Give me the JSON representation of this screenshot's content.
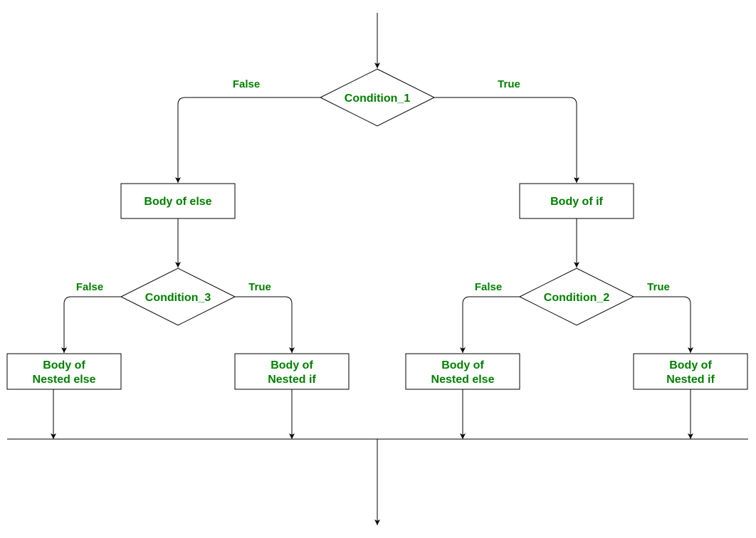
{
  "colors": {
    "text": "#008000",
    "stroke": "#000000",
    "background": "#ffffff"
  },
  "nodes": {
    "condition_1": "Condition_1",
    "body_of_else": "Body of else",
    "body_of_if": "Body of if",
    "condition_3": "Condition_3",
    "condition_2": "Condition_2",
    "nested_else_left": {
      "line1": "Body of",
      "line2": "Nested else"
    },
    "nested_if_left": {
      "line1": "Body of",
      "line2": "Nested if"
    },
    "nested_else_right": {
      "line1": "Body of",
      "line2": "Nested else"
    },
    "nested_if_right": {
      "line1": "Body of",
      "line2": "Nested if"
    }
  },
  "edge_labels": {
    "c1_false": "False",
    "c1_true": "True",
    "c3_false": "False",
    "c3_true": "True",
    "c2_false": "False",
    "c2_true": "True"
  }
}
